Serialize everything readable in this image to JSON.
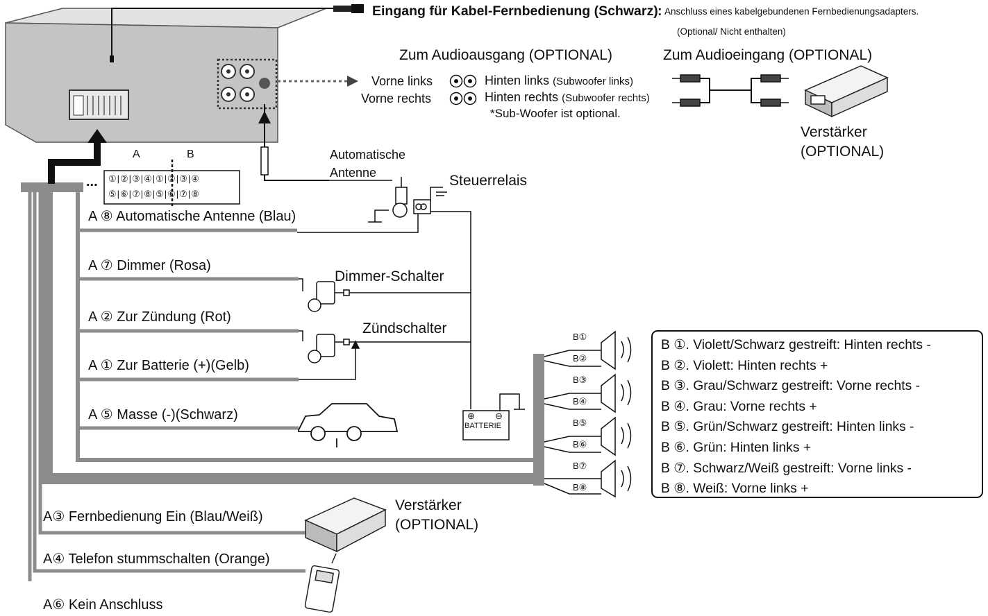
{
  "top": {
    "remote_input": "Eingang für Kabel-Fernbedienung (Schwarz)",
    "remote_colon": ":",
    "remote_desc": "Anschluss eines kabelgebundenen Fernbedienungsadapters.",
    "remote_note": "(Optional/ Nicht enthalten)"
  },
  "audio_out": {
    "title": "Zum Audioausgang (OPTIONAL)",
    "front_left": "Vorne links",
    "front_right": "Vorne rechts",
    "rear_left": "Hinten links",
    "rear_left_sub": "(Subwoofer links)",
    "rear_right": "Hinten rechts",
    "rear_right_sub": "(Subwoofer rechts)",
    "sub_note": "*Sub-Woofer ist optional."
  },
  "audio_in": {
    "title": "Zum Audioeingang (OPTIONAL)",
    "amp_line1": "Verstärker",
    "amp_line2": "(OPTIONAL)"
  },
  "connector": {
    "a": "A",
    "b": "B",
    "dots": "..."
  },
  "antenna": {
    "auto_line1": "Automatische",
    "auto_line2": "Antenne",
    "relay": "Steuerrelais"
  },
  "switches": {
    "dimmer": "Dimmer-Schalter",
    "ignition": "Zündschalter",
    "battery": "BATTERIE",
    "plus": "⊕",
    "minus": "⊖"
  },
  "wires_a": {
    "a8": "A ⑧  Automatische Antenne (Blau)",
    "a7": "A ⑦  Dimmer (Rosa)",
    "a2": "A ②  Zur Zündung (Rot)",
    "a1": "A ①  Zur Batterie (+)(Gelb)",
    "a5": "A ⑤   Masse (-)(Schwarz)",
    "a3": "A③ Fernbedienung Ein (Blau/Weiß)",
    "a4": "A④ Telefon stummschalten (Orange)",
    "a6": "A⑥ Kein Anschluss"
  },
  "amp_bottom": {
    "line1": "Verstärker",
    "line2": "(OPTIONAL)"
  },
  "speaker_pins": [
    "B①",
    "B②",
    "B③",
    "B④",
    "B⑤",
    "B⑥",
    "B⑦",
    "B⑧"
  ],
  "legend": [
    "B ①. Violett/Schwarz gestreift: Hinten rechts -",
    "B ②. Violett: Hinten rechts +",
    "B ③. Grau/Schwarz gestreift: Vorne rechts -",
    "B ④. Grau: Vorne rechts +",
    "B ⑤. Grün/Schwarz gestreift: Hinten links -",
    "B ⑥. Grün: Hinten links +",
    "B ⑦. Schwarz/Weiß gestreift: Vorne links -",
    "B ⑧. Weiß: Vorne links +"
  ],
  "colors": {
    "harness": "#8c8c8c",
    "line": "#111111",
    "unit_top": "#d8d8d8",
    "unit_front": "#bdbdbd"
  }
}
